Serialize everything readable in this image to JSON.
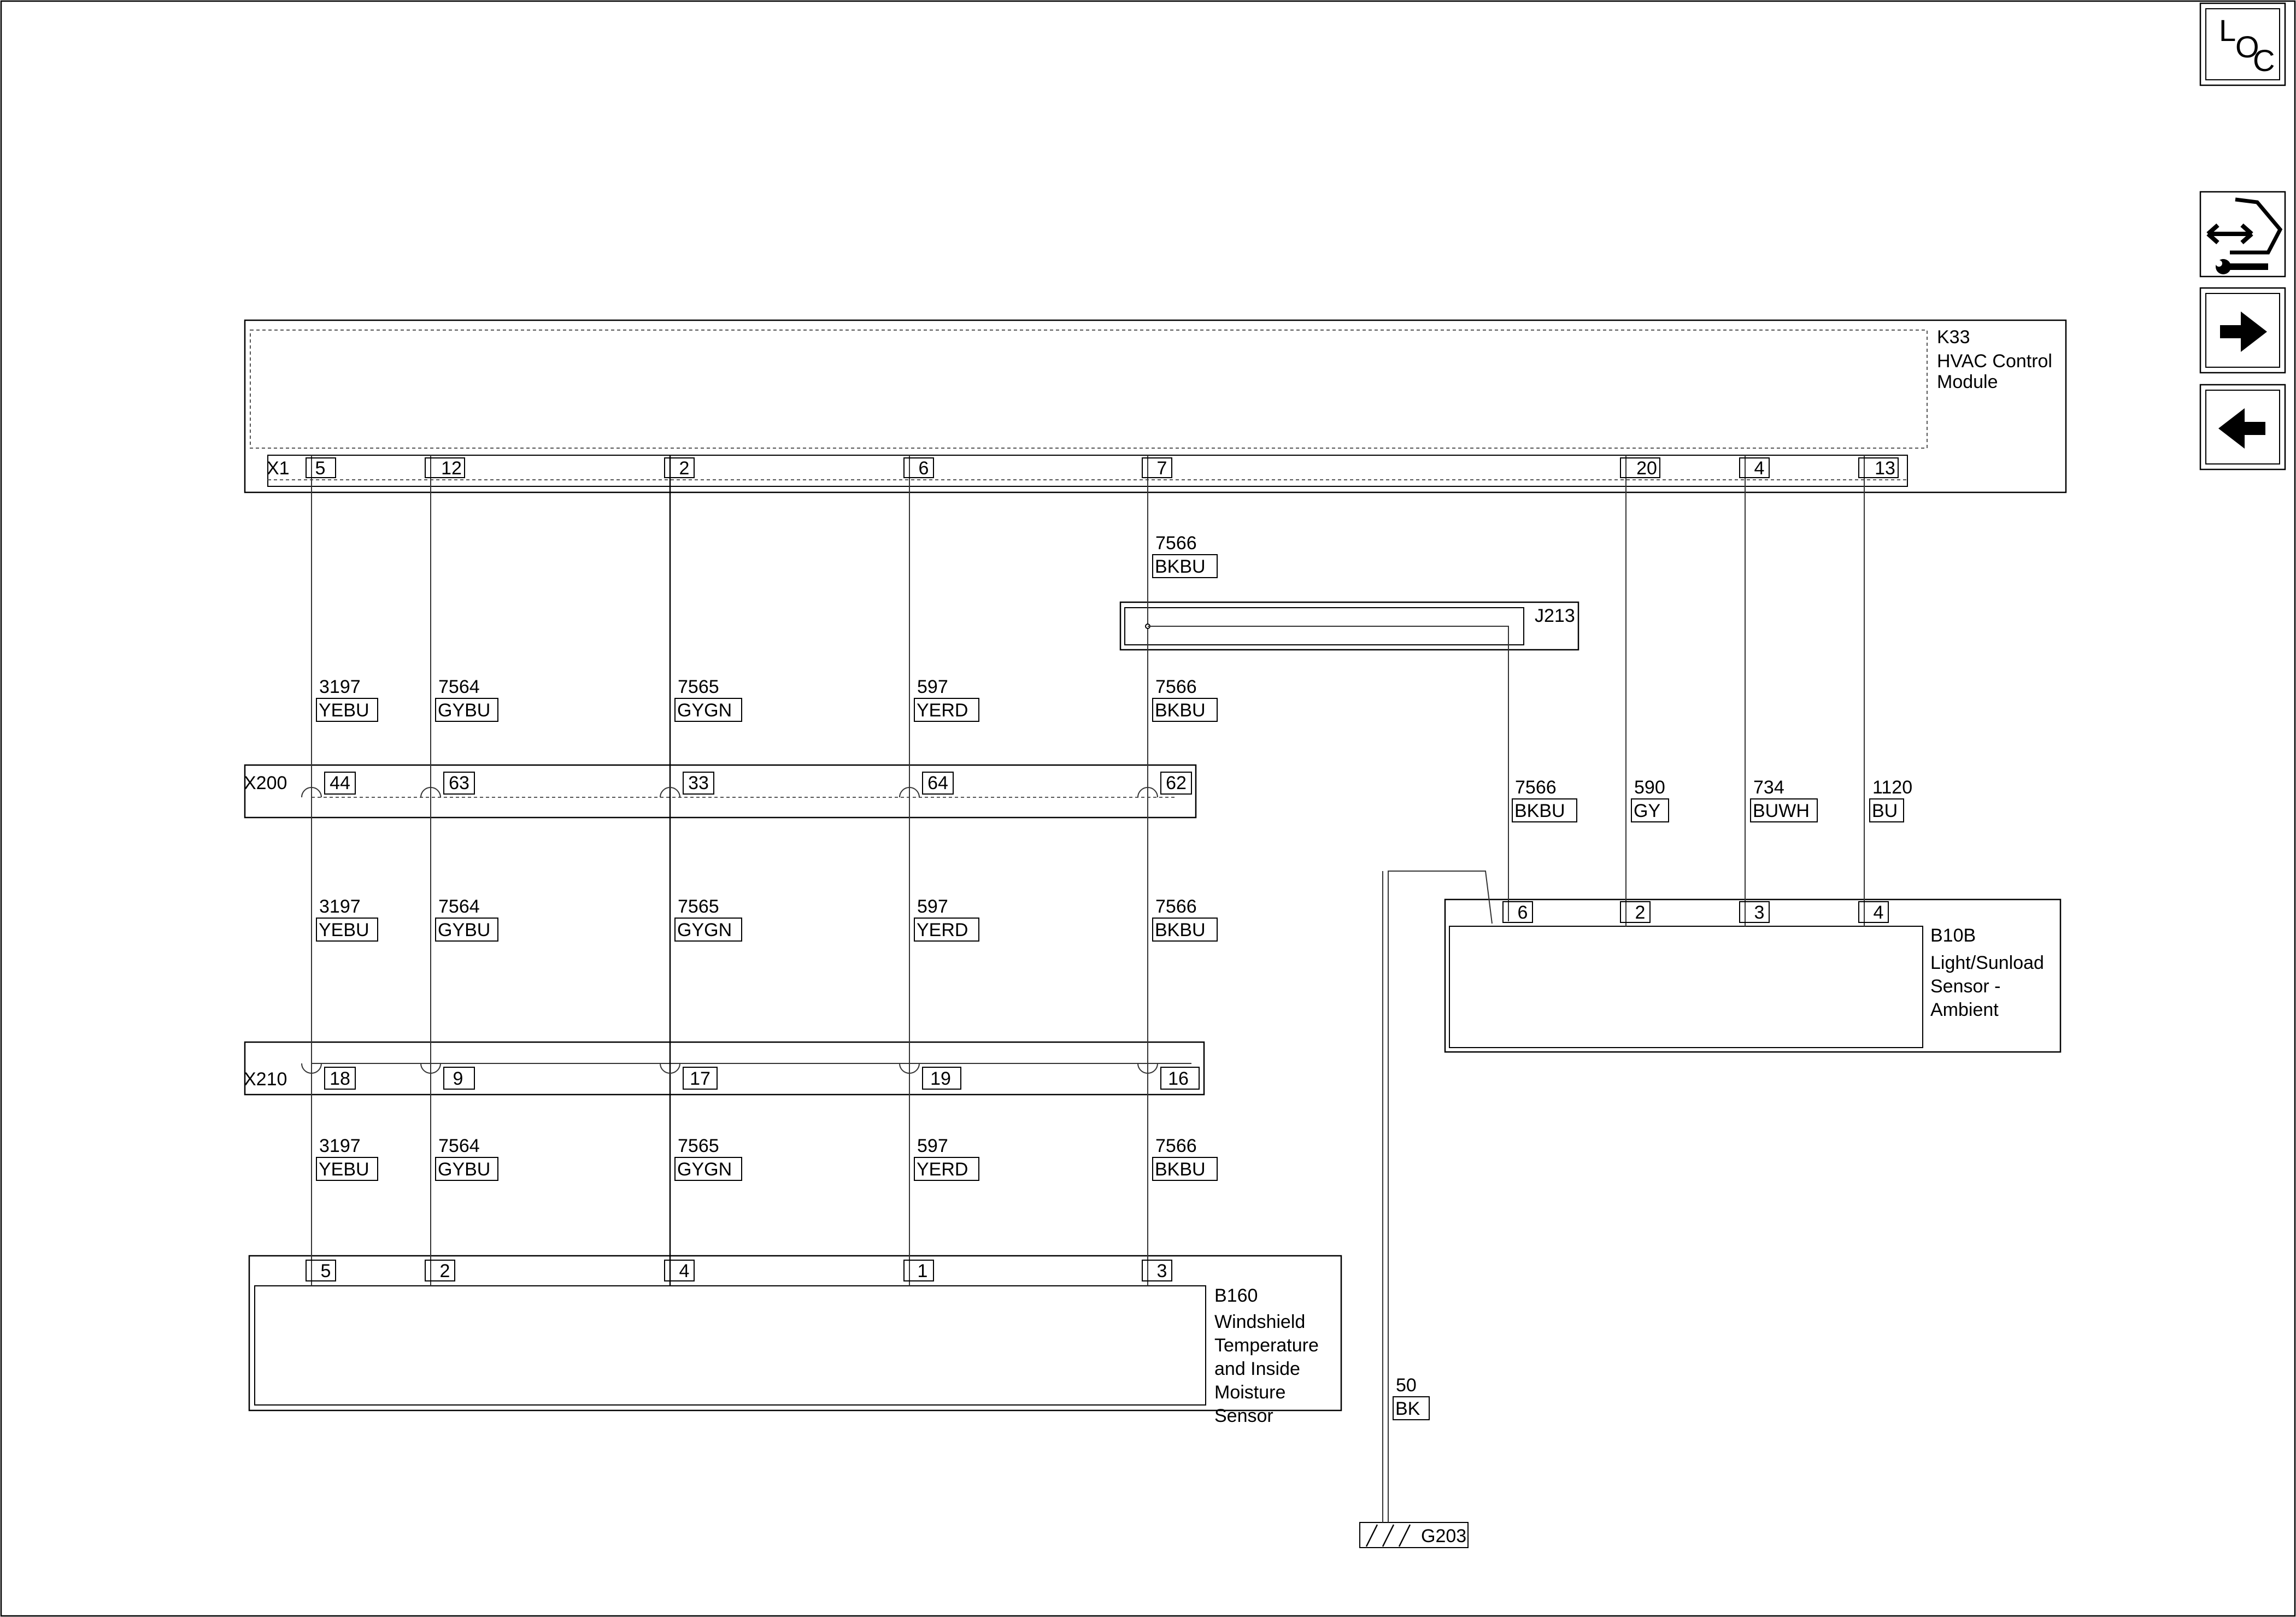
{
  "nav": {
    "loc": {
      "l": "L",
      "o": "O",
      "c": "C"
    }
  },
  "components": {
    "k33": {
      "ref": "K33",
      "name_line1": "HVAC Control",
      "name_line2": "Module",
      "connector": "X1",
      "pins": [
        "5",
        "12",
        "2",
        "6",
        "7",
        "20",
        "4",
        "13"
      ]
    },
    "j213": {
      "ref": "J213"
    },
    "x200": {
      "ref": "X200",
      "pins": [
        "44",
        "63",
        "33",
        "64",
        "62"
      ]
    },
    "x210": {
      "ref": "X210",
      "pins": [
        "18",
        "9",
        "17",
        "19",
        "16"
      ]
    },
    "b160": {
      "ref": "B160",
      "name_lines": [
        "Windshield",
        "Temperature",
        "and Inside",
        "Moisture",
        "Sensor"
      ],
      "pins": [
        "5",
        "2",
        "4",
        "1",
        "3"
      ]
    },
    "b10b": {
      "ref": "B10B",
      "name_lines": [
        "Light/Sunload",
        "Sensor -",
        "Ambient"
      ],
      "pins": [
        "6",
        "2",
        "3",
        "4"
      ]
    },
    "g203": {
      "ref": "G203"
    }
  },
  "wires": {
    "upper": [
      {
        "circuit": "3197",
        "color": "YEBU"
      },
      {
        "circuit": "7564",
        "color": "GYBU"
      },
      {
        "circuit": "7565",
        "color": "GYGN"
      },
      {
        "circuit": "597",
        "color": "YERD"
      },
      {
        "circuit": "7566",
        "color": "BKBU"
      }
    ],
    "middle": [
      {
        "circuit": "3197",
        "color": "YEBU"
      },
      {
        "circuit": "7564",
        "color": "GYBU"
      },
      {
        "circuit": "7565",
        "color": "GYGN"
      },
      {
        "circuit": "597",
        "color": "YERD"
      },
      {
        "circuit": "7566",
        "color": "BKBU"
      }
    ],
    "lower": [
      {
        "circuit": "3197",
        "color": "YEBU"
      },
      {
        "circuit": "7564",
        "color": "GYBU"
      },
      {
        "circuit": "7565",
        "color": "GYGN"
      },
      {
        "circuit": "597",
        "color": "YERD"
      },
      {
        "circuit": "7566",
        "color": "BKBU"
      }
    ],
    "k33_pin7_top": {
      "circuit": "7566",
      "color": "BKBU"
    },
    "right": [
      {
        "circuit": "7566",
        "color": "BKBU"
      },
      {
        "circuit": "590",
        "color": "GY"
      },
      {
        "circuit": "734",
        "color": "BUWH"
      },
      {
        "circuit": "1120",
        "color": "BU"
      }
    ],
    "ground": {
      "circuit": "50",
      "color": "BK"
    }
  }
}
